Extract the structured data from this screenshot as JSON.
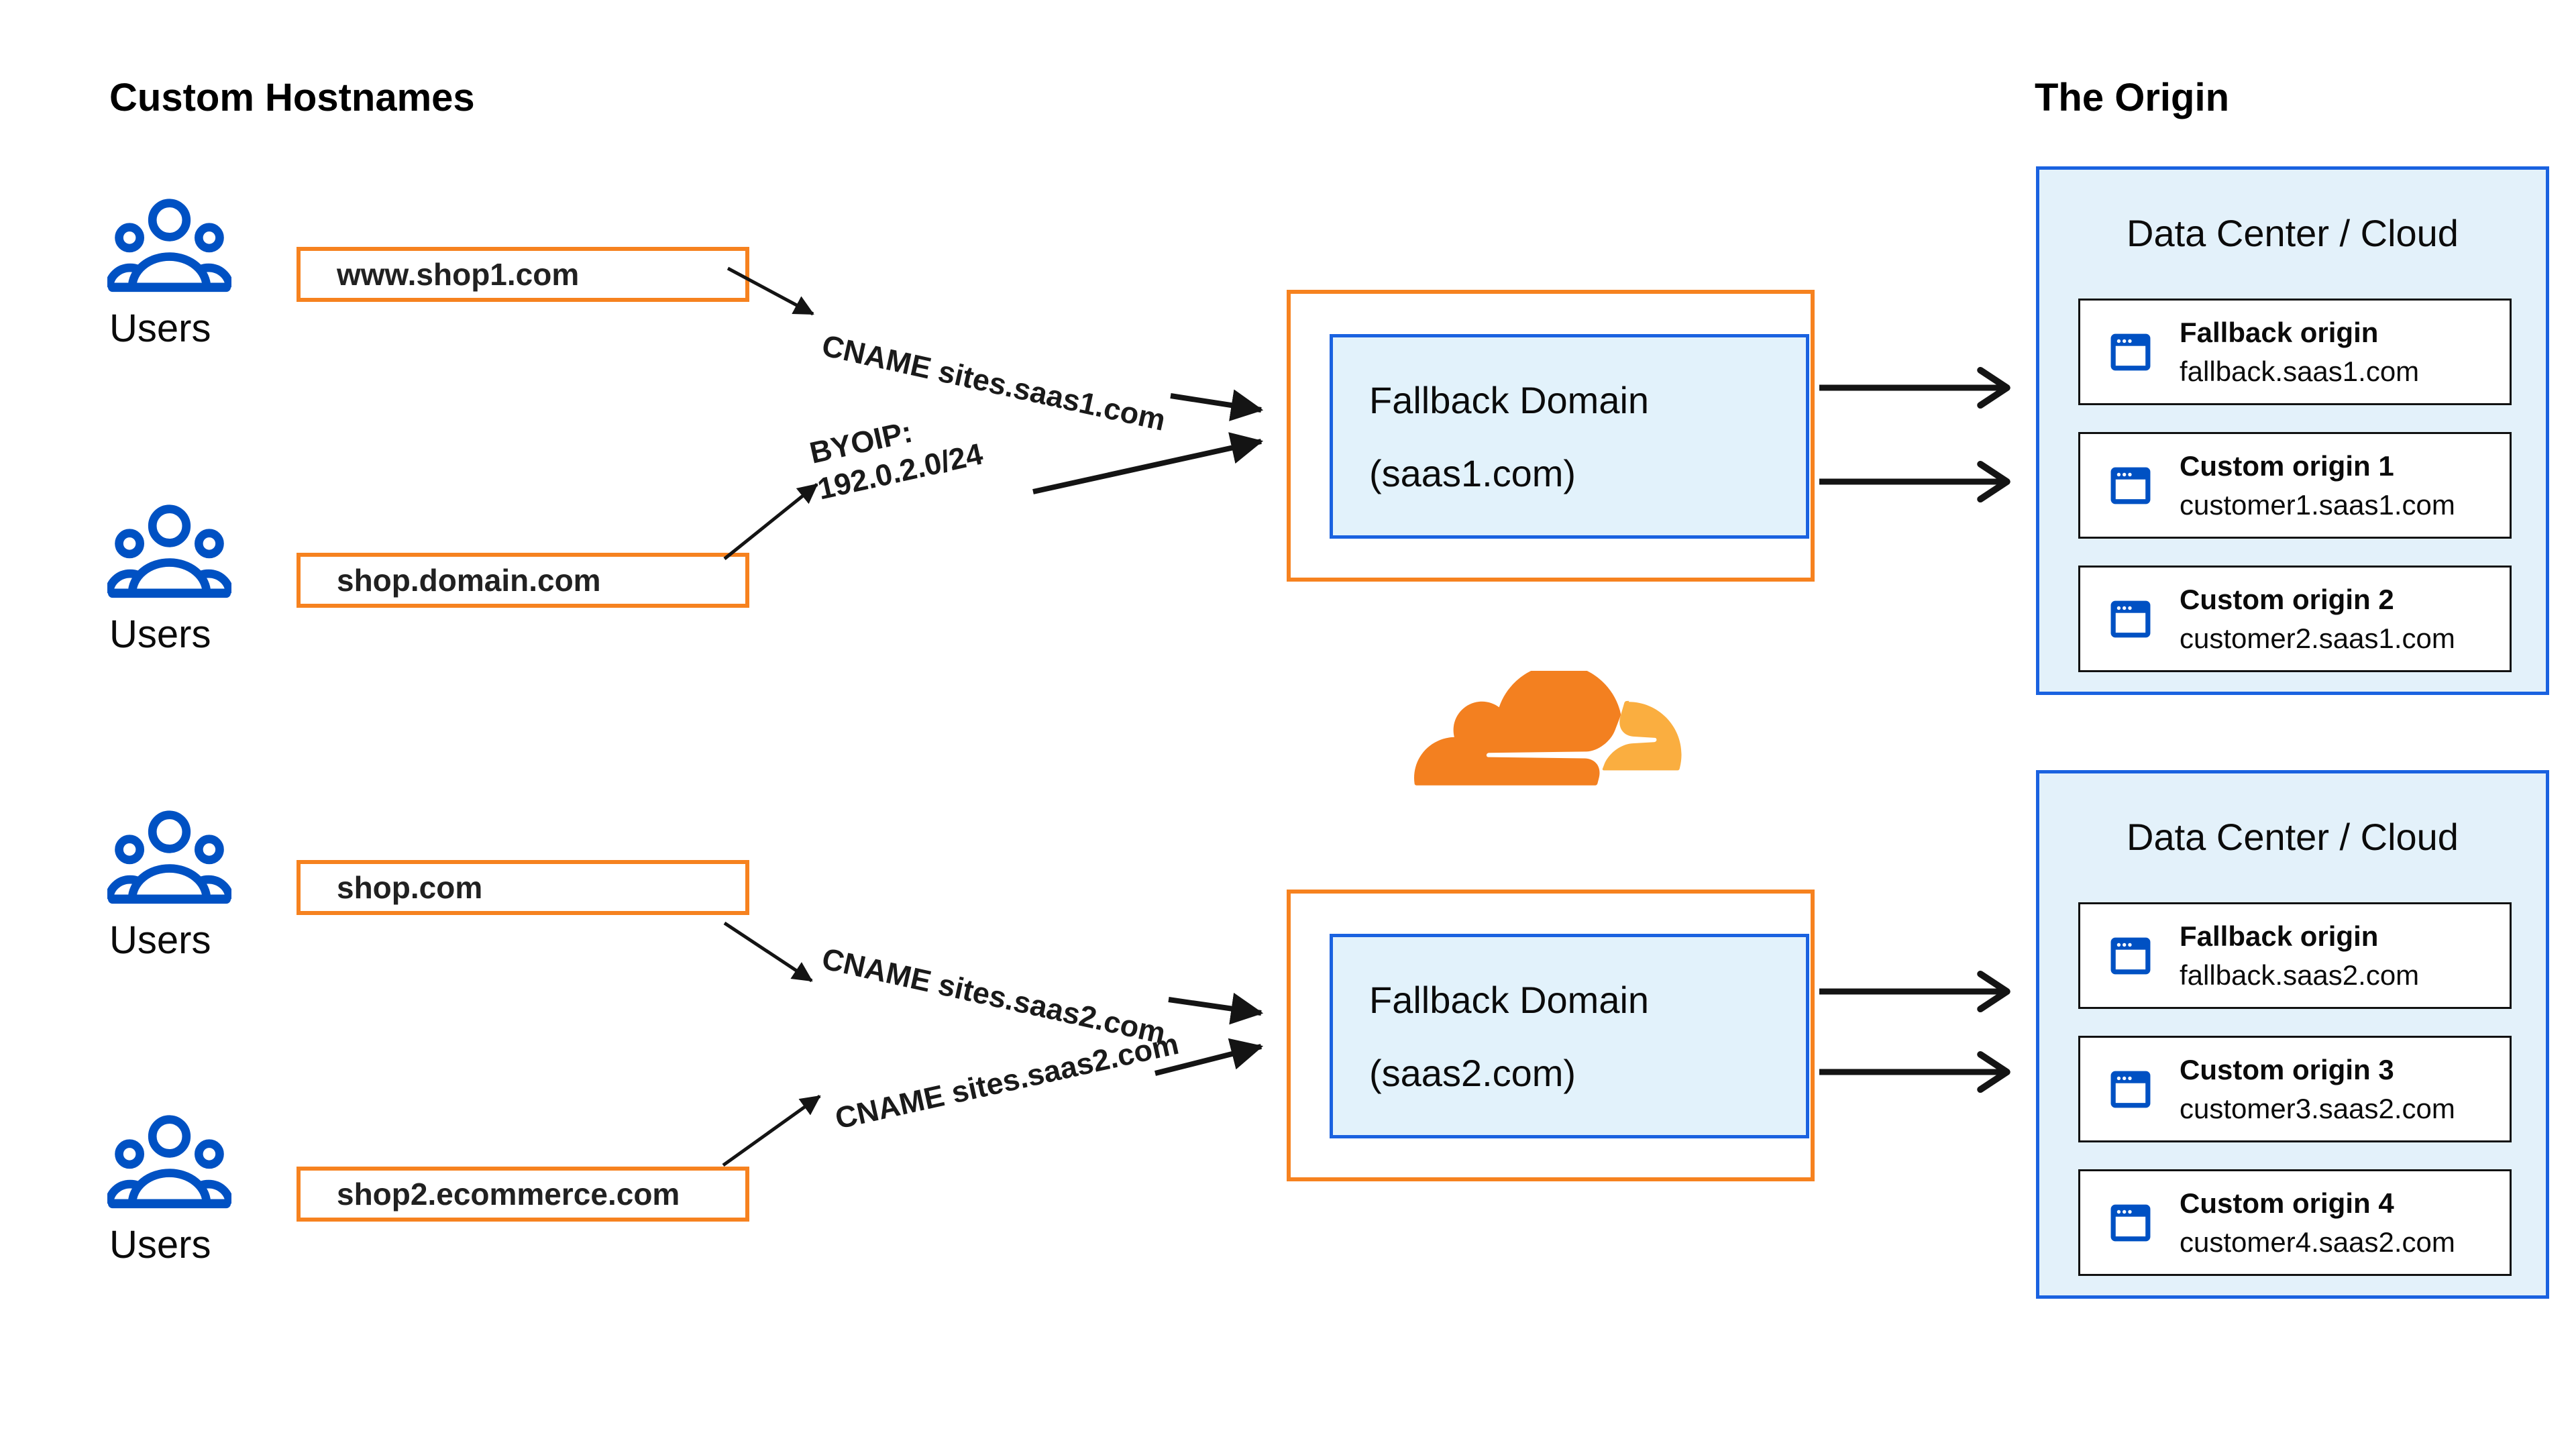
{
  "colors": {
    "accent_orange": "#F6821F",
    "accent_blue": "#1a62e0",
    "icon_blue": "#0051C3",
    "light_blue_fill": "#E3F1FA",
    "cloudflare_orange": "#F38020",
    "cloudflare_light_orange": "#FAAE40",
    "arrow_black": "#141414"
  },
  "icons": {
    "users": "users-icon",
    "origin_server": "browser-window-icon",
    "brand": "cloudflare-logo"
  },
  "titles": {
    "left": "Custom Hostnames",
    "right": "The Origin"
  },
  "users_label": "Users",
  "hostnames": [
    "www.shop1.com",
    "shop.domain.com",
    "shop.com",
    "shop2.ecommerce.com"
  ],
  "route_labels": {
    "cname_saas1": "CNAME sites.saas1.com",
    "byoip_line1": "BYOIP:",
    "byoip_line2": "192.0.2.0/24",
    "cname_saas2_top": "CNAME sites.saas2.com",
    "cname_saas2_bottom": "CNAME sites.saas2.com"
  },
  "fallback_domains": [
    {
      "line1": "Fallback Domain",
      "line2": "(saas1.com)"
    },
    {
      "line1": "Fallback Domain",
      "line2": "(saas2.com)"
    }
  ],
  "data_centers": [
    {
      "title": "Data Center / Cloud",
      "origins": [
        {
          "name": "Fallback origin",
          "host": "fallback.saas1.com"
        },
        {
          "name": "Custom origin 1",
          "host": "customer1.saas1.com"
        },
        {
          "name": "Custom origin 2",
          "host": "customer2.saas1.com"
        }
      ]
    },
    {
      "title": "Data Center / Cloud",
      "origins": [
        {
          "name": "Fallback origin",
          "host": "fallback.saas2.com"
        },
        {
          "name": "Custom origin 3",
          "host": "customer3.saas2.com"
        },
        {
          "name": "Custom origin 4",
          "host": "customer4.saas2.com"
        }
      ]
    }
  ]
}
